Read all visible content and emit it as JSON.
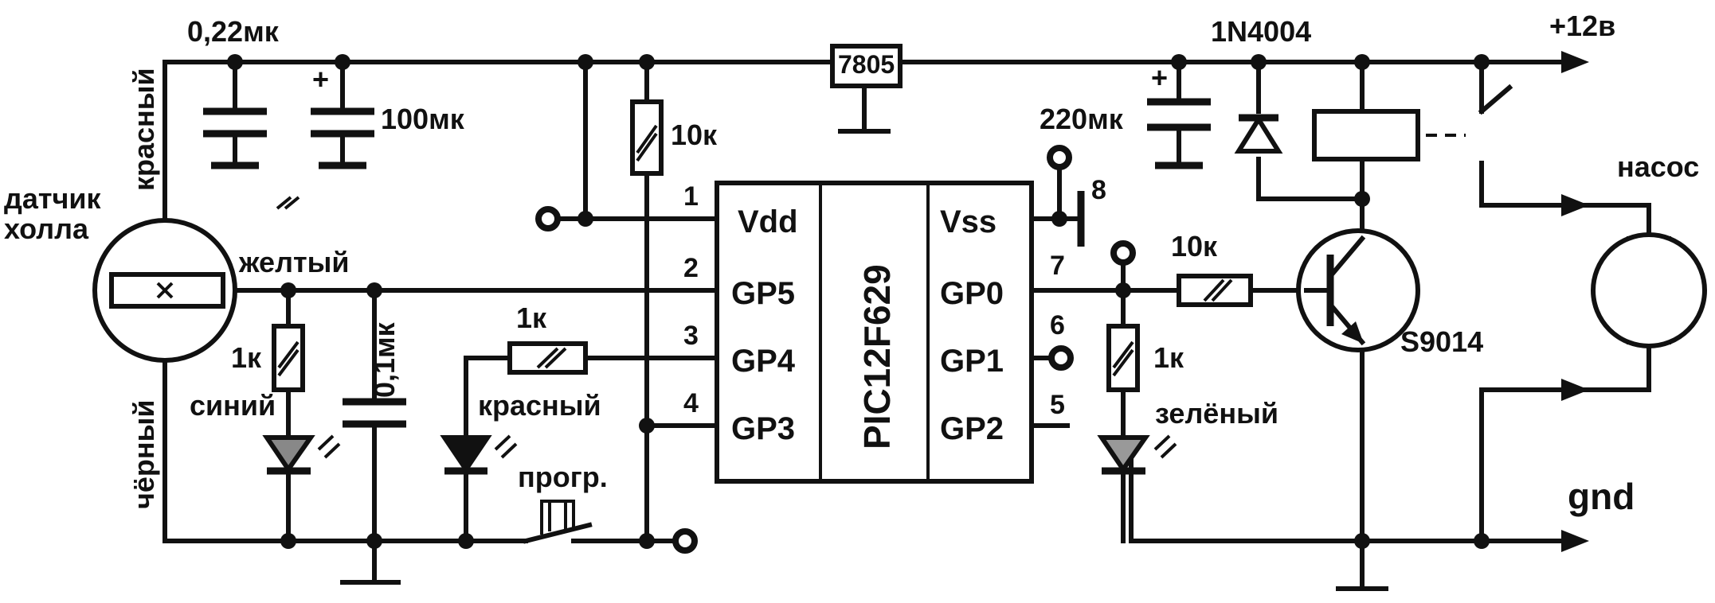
{
  "labels": {
    "cap_022": "0,22мк",
    "cap_100": "100мк",
    "regulator": "7805",
    "r_10k_pullup": "10к",
    "hall_line1": "датчик",
    "hall_line2": "холла",
    "yellow": "желтый",
    "r_1k_blue": "1к",
    "blue": "синий",
    "cap_01": "0,1мк",
    "r_1k_red": "1к",
    "red_led": "красный",
    "prog": "прогр.",
    "r_10k_base": "10к",
    "r_1k_green": "1к",
    "green": "зелёный",
    "cap_220": "220мк",
    "diode": "1N4004",
    "v12": "+12в",
    "transistor": "S9014",
    "pump": "насос",
    "gnd": "gnd",
    "wire_red": "красный",
    "wire_black": "чёрный"
  },
  "chip": {
    "name": "PIC12F629",
    "pins_left": [
      "Vdd",
      "GP5",
      "GP4",
      "GP3"
    ],
    "pins_right": [
      "Vss",
      "GP0",
      "GP1",
      "GP2"
    ],
    "pin_numbers": [
      "1",
      "2",
      "3",
      "4",
      "5",
      "6",
      "7",
      "8"
    ]
  }
}
